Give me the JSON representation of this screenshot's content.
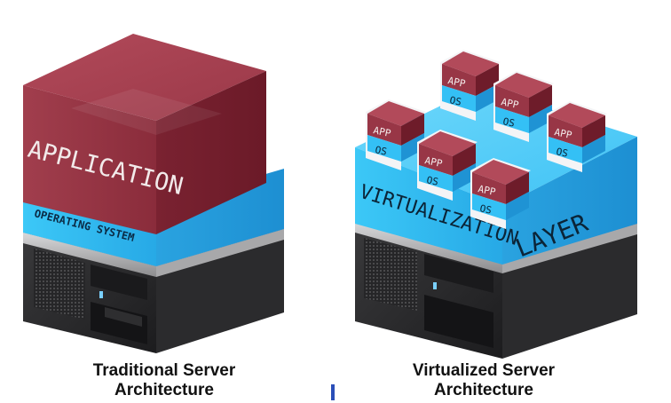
{
  "left_stack": {
    "application_label": "APPLICATION",
    "os_label": "OPERATING SYSTEM",
    "caption_line1": "Traditional Server",
    "caption_line2": "Architecture"
  },
  "right_stack": {
    "virtualization_label_1": "VIRTUALIZATION",
    "virtualization_label_2": "LAYER",
    "vm_app_label": "APP",
    "vm_os_label": "OS",
    "caption_line1": "Virtualized Server",
    "caption_line2": "Architecture"
  },
  "colors": {
    "app_red": "#8e2f3f",
    "os_blue": "#27b5ef",
    "server_dark": "#2a2a2c",
    "server_steel": "#9a9a9c",
    "divider_blue": "#2b4fb8"
  }
}
